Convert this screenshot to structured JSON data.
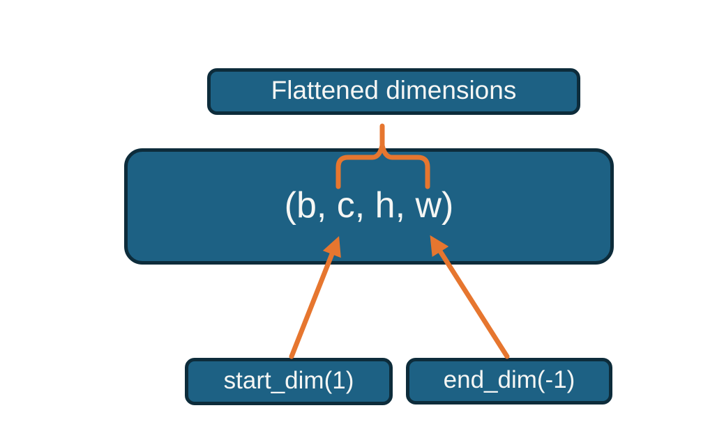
{
  "diagram": {
    "title_box": {
      "label": "Flattened dimensions"
    },
    "tensor_box": {
      "label": "(b, c, h, w)"
    },
    "start_dim_box": {
      "label": "start_dim(1)"
    },
    "end_dim_box": {
      "label": "end_dim(-1)"
    }
  },
  "colors": {
    "box_fill": "#1D6184",
    "box_border": "#0D2C3B",
    "accent_orange": "#E6762F",
    "box_text": "#F5F6F4",
    "background": "#FFFFFF"
  }
}
